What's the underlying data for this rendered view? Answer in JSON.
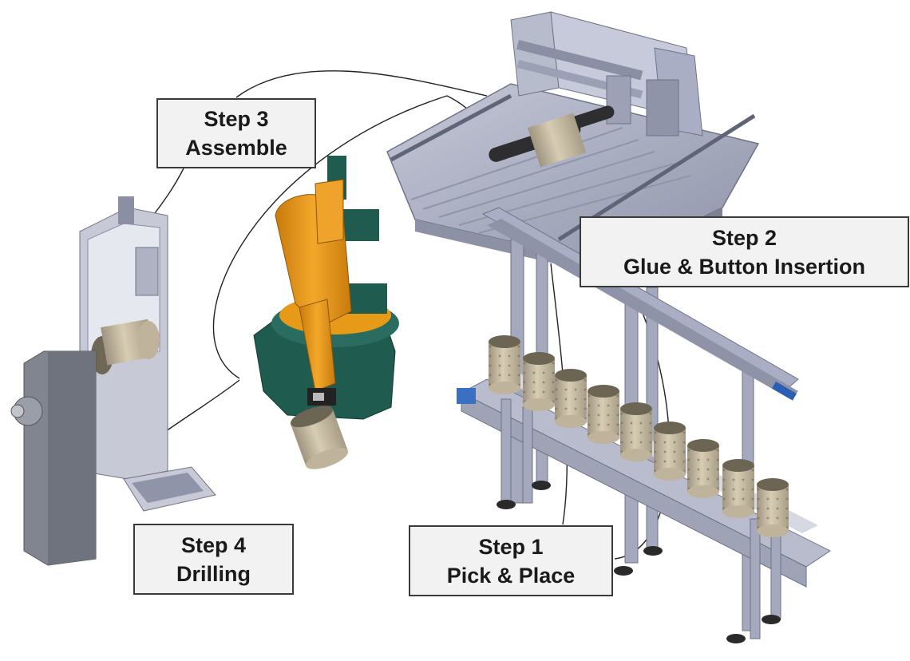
{
  "steps": {
    "step1": {
      "title": "Step 1",
      "subtitle": "Pick & Place"
    },
    "step2": {
      "title": "Step 2",
      "subtitle": "Glue & Button Insertion"
    },
    "step3": {
      "title": "Step 3",
      "subtitle": "Assemble"
    },
    "step4": {
      "title": "Step 4",
      "subtitle": "Drilling"
    }
  },
  "colors": {
    "frame": "#a9aec4",
    "frame_dark": "#7c8196",
    "robot_orange": "#e79a18",
    "robot_teal": "#1f5b4f",
    "cylinder": "#c9bea5",
    "machine_gray": "#8d919a",
    "box_fill": "#f2f2f2"
  },
  "equipment": [
    "gantry-station",
    "conveyor",
    "robot-arm",
    "drilling-machine"
  ]
}
